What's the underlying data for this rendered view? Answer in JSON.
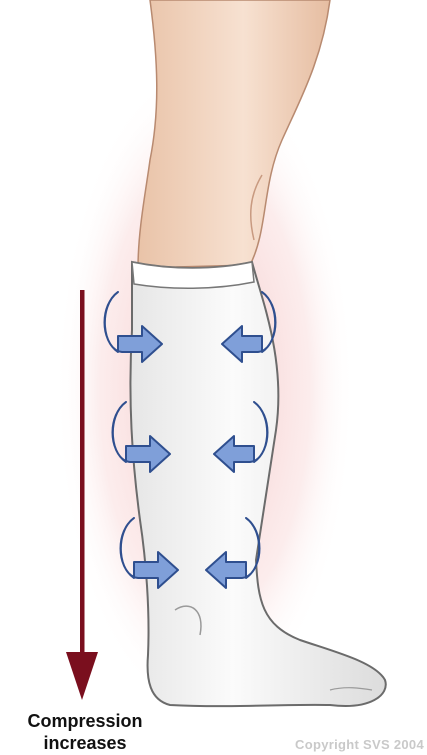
{
  "label": {
    "line1": "Compression",
    "line2": "increases"
  },
  "copyright": "Copyright SVS 2004",
  "colors": {
    "direction_arrow": "#7a0f1e",
    "compression_arrow_fill": "#7f9fd9",
    "compression_arrow_stroke": "#2f4f8f",
    "stocking": "#f4f4f4",
    "skin": "#f3d9c6",
    "glow": "#f2b8b8"
  },
  "icons": {
    "direction": "down-arrow-icon",
    "compression": "inward-curved-arrow-icon"
  }
}
